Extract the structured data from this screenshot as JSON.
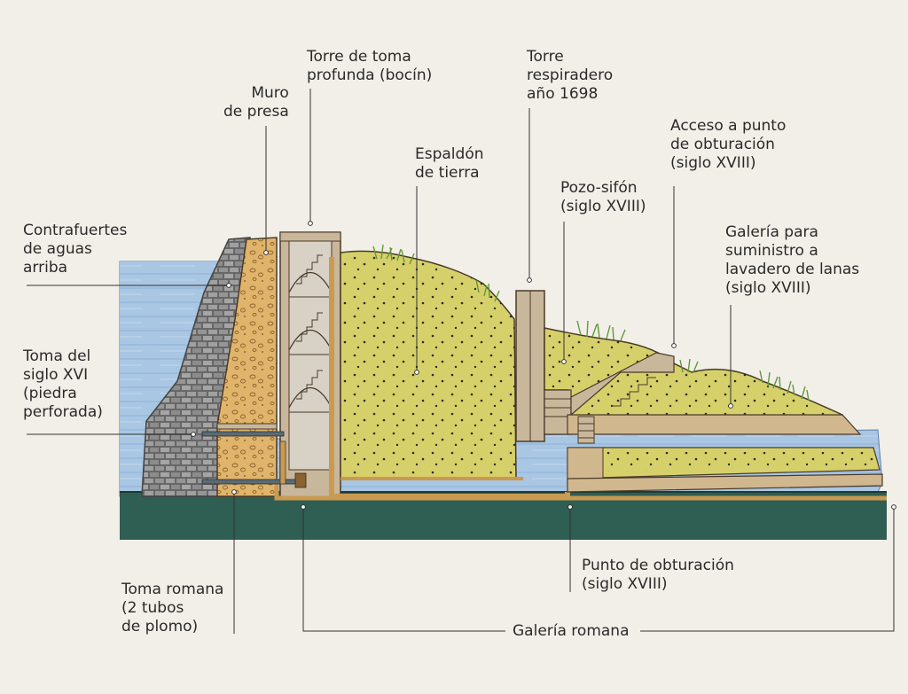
{
  "labels": {
    "contrafuertes": "Contrafuertes\nde aguas\narriba",
    "muro": "Muro\nde presa",
    "torre_toma": "Torre de toma\nprofunda (bocín)",
    "torre_respiradero": "Torre\nrespiradero\naño 1698",
    "espaldon": "Espaldón\nde tierra",
    "pozo_sifon": "Pozo-sifón\n(siglo XVIII)",
    "acceso": "Acceso a punto\nde obturación\n(siglo XVIII)",
    "galeria_suministro": "Galería para\nsuministro a\nlavadero de lanas\n(siglo XVIII)",
    "toma_xvi": "Toma del\nsiglo XVI\n(piedra\nperforada)",
    "punto_obturacion": "Punto de obturación\n(siglo XVIII)",
    "toma_romana": "Toma romana\n(2 tubos\nde plomo)",
    "galeria_romana": "Galería romana"
  },
  "colors": {
    "background": "#f2efe8",
    "water": "#a9c6e3",
    "water_lines": "#7ea3cb",
    "bedrock": "#2f5e52",
    "stone": "#9a9a9a",
    "clay_fill": "#e0b46a",
    "earth_fill": "#d6d06a",
    "tower_wall": "#c9b79c",
    "gallery_wall": "#d0b78e",
    "outline": "#4a3a28",
    "leader": "#333333"
  }
}
